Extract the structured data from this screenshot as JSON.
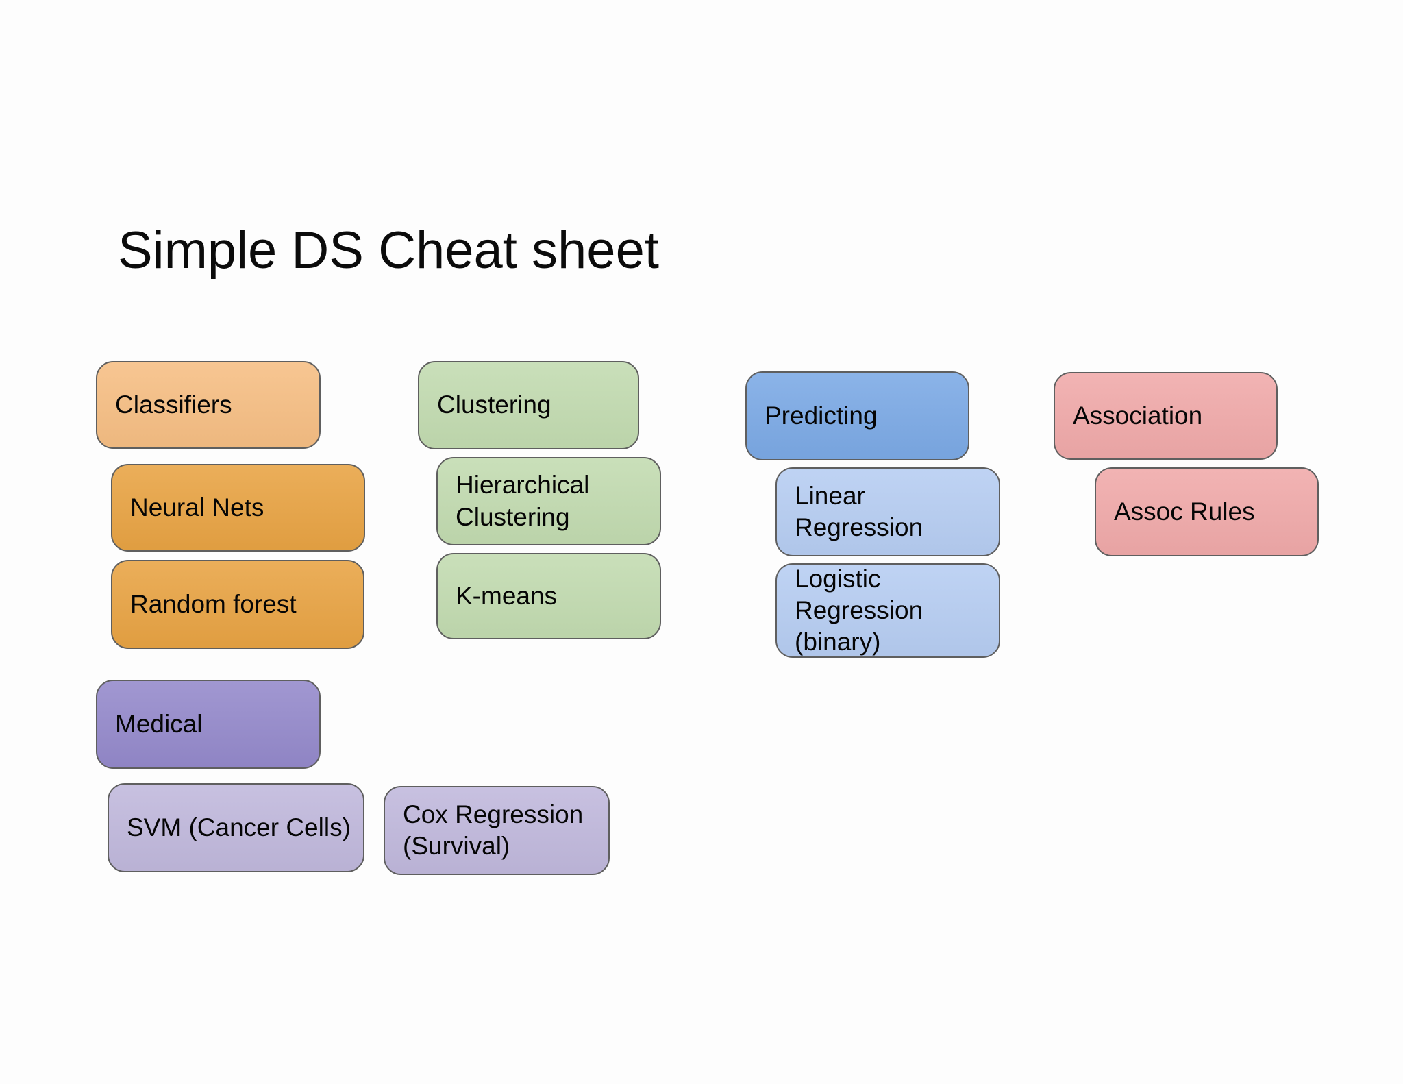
{
  "title": "Simple DS Cheat sheet",
  "groups": {
    "classifiers": {
      "header": "Classifiers",
      "items": [
        "Neural Nets",
        "Random forest"
      ]
    },
    "clustering": {
      "header": "Clustering",
      "items": [
        "Hierarchical Clustering",
        "K-means"
      ]
    },
    "predicting": {
      "header": "Predicting",
      "items": [
        "Linear Regression",
        "Logistic Regression (binary)"
      ]
    },
    "association": {
      "header": "Association",
      "items": [
        "Assoc Rules"
      ]
    },
    "medical": {
      "header": "Medical",
      "items": [
        "SVM (Cancer Cells)",
        "Cox Regression (Survival)"
      ]
    }
  },
  "colors": {
    "classifiers_header": "#F6BE83",
    "classifiers_item": "#E8A343",
    "clustering": "#C2DBB0",
    "predicting_header": "#7BA9E5",
    "predicting_item": "#B6CDF2",
    "association": "#F0A9A9",
    "medical_header": "#9489CB",
    "medical_item": "#C0B8DC",
    "border": "#5F5F5F",
    "text": "#050505",
    "background": "#FDFDFD"
  }
}
